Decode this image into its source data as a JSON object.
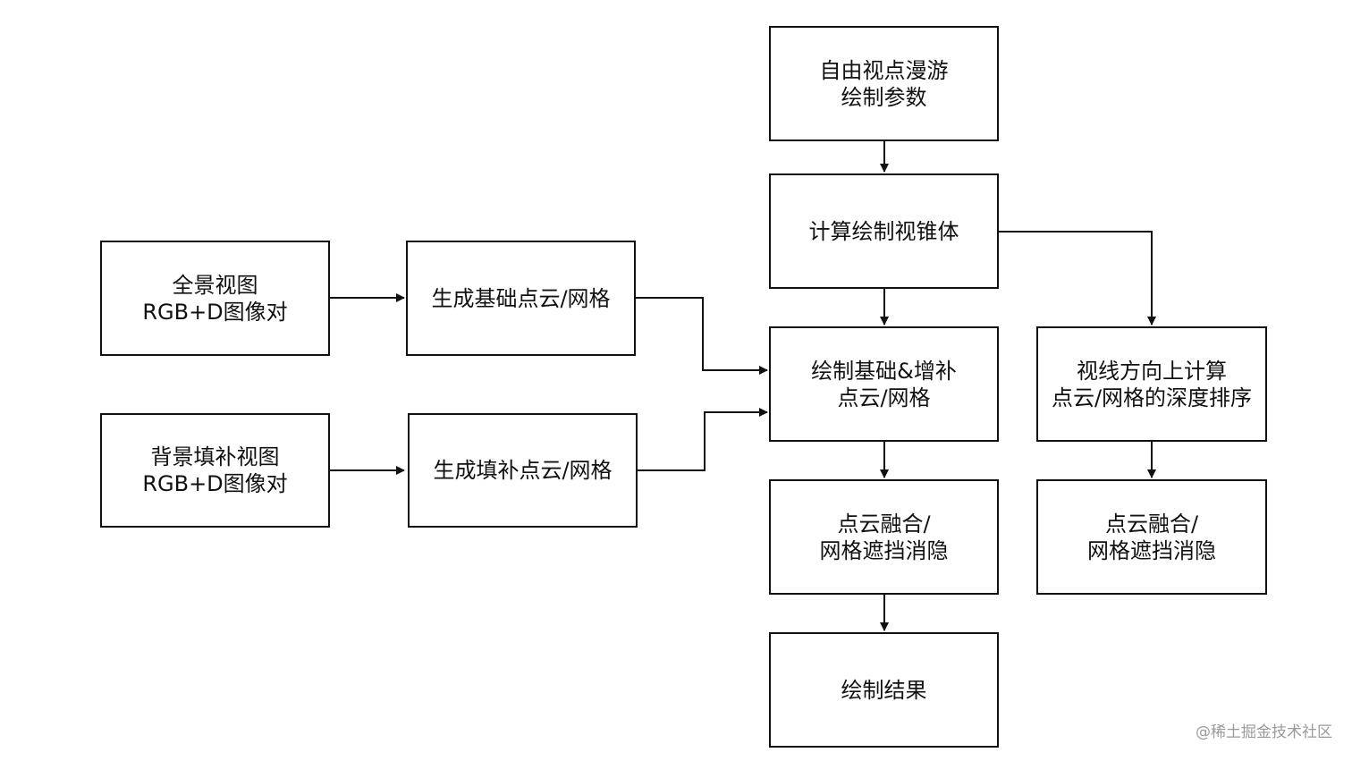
{
  "nodes": {
    "panorama": {
      "lines": [
        "全景视图",
        "RGB+D图像对"
      ]
    },
    "gen_base": {
      "lines": [
        "生成基础点云/网格"
      ]
    },
    "background": {
      "lines": [
        "背景填补视图",
        "RGB+D图像对"
      ]
    },
    "gen_fill": {
      "lines": [
        "生成填补点云/网格"
      ]
    },
    "params": {
      "lines": [
        "自由视点漫游",
        "绘制参数"
      ]
    },
    "frustum": {
      "lines": [
        "计算绘制视锥体"
      ]
    },
    "draw_base": {
      "lines": [
        "绘制基础&增补",
        "点云/网格"
      ]
    },
    "fusion_left": {
      "lines": [
        "点云融合/",
        "网格遮挡消隐"
      ]
    },
    "result": {
      "lines": [
        "绘制结果"
      ]
    },
    "sort": {
      "lines": [
        "视线方向上计算",
        "点云/网格的深度排序"
      ]
    },
    "fusion_right": {
      "lines": [
        "点云融合/",
        "网格遮挡消隐"
      ]
    }
  },
  "watermark": "@稀土掘金技术社区",
  "colors": {
    "stroke": "#111111",
    "background": "#ffffff",
    "watermark": "#9a9a9a"
  }
}
